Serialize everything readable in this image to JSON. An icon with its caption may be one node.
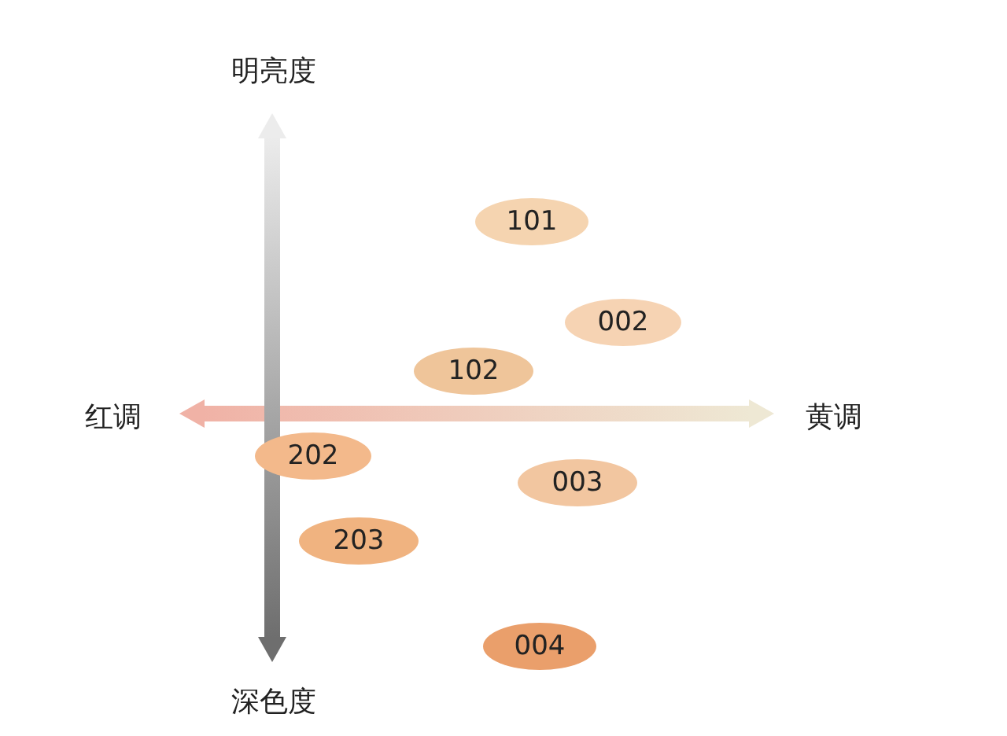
{
  "diagram": {
    "nodes": [
      {
        "text": [
          "101"
        ]
      },
      {
        "text": [
          "002"
        ]
      },
      {
        "text": [
          "102"
        ]
      },
      {
        "text": [
          "202"
        ]
      },
      {
        "text": [
          "003"
        ]
      },
      {
        "text": [
          "203"
        ]
      },
      {
        "text": [
          "004"
        ]
      }
    ],
    "labels": [
      "明亮度",
      "红调",
      "黄调",
      "深色度"
    ]
  }
}
